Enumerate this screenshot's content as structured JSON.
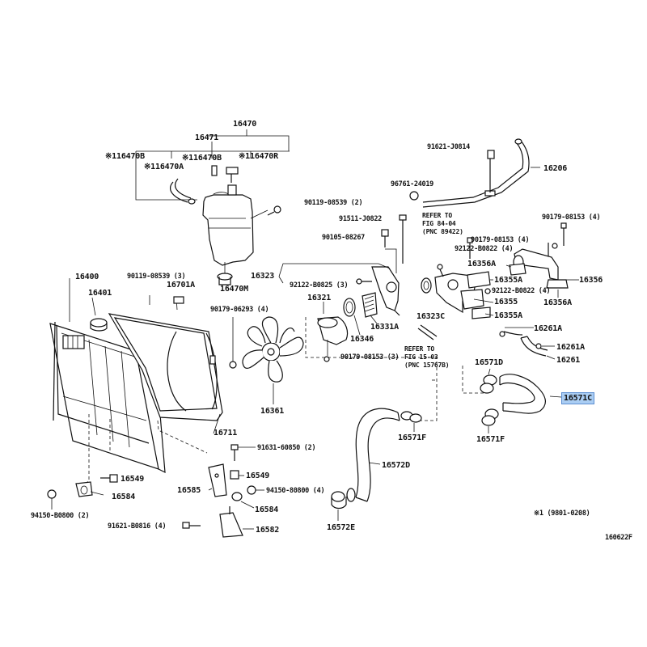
{
  "labels": {
    "p16470": "16470",
    "p16471": "16471",
    "p16470B_a": "※116470B",
    "p16470B_b": "※116470B",
    "p16470R": "※116470R",
    "p16470A": "※116470A",
    "p90119_08539": "90119-08539 (2)",
    "p16470M": "16470M",
    "p16400": "16400",
    "p16401": "16401",
    "p90119_08539_3": "90119-08539 (3)",
    "p16701A": "16701A",
    "p90179_06293": "90179-06293 (4)",
    "p91621_J0814": "91621-J0814",
    "p16206": "16206",
    "p96761_24019": "96761-24019",
    "p91511_J0822": "91511-J0822",
    "p90105_08267": "90105-08267",
    "refer1_l1": "REFER TO",
    "refer1_l2": "FIG 84-04",
    "refer1_l3": "(PNC 89422)",
    "p90179_08153_4a": "90179-08153 (4)",
    "p90179_08153_4b": "90179-08153 (4)",
    "p92122_B0822_4a": "92122-B0822 (4)",
    "p16356A_a": "16356A",
    "p16356": "16356",
    "p16356A_b": "16356A",
    "p16323": "16323",
    "p92122_B0825": "92122-B0825 (3)",
    "p16355A_a": "16355A",
    "p92122_B0822_4b": "92122-B0822 (4)",
    "p16355": "16355",
    "p16355A_b": "16355A",
    "p16321": "16321",
    "p16346": "16346",
    "p16331A": "16331A",
    "p16323C": "16323C",
    "p16261A_a": "16261A",
    "p16261A_b": "16261A",
    "p16261": "16261",
    "p90179_08153_3": "90179-08153 (3)",
    "refer2_l1": "REFER TO",
    "refer2_l2": "FIG 15-03",
    "refer2_l3": "(PNC 15767B)",
    "p16571D": "16571D",
    "p16571C": "16571C",
    "p16361": "16361",
    "p16711": "16711",
    "p16571F_a": "16571F",
    "p16571F_b": "16571F",
    "p91631_60850": "91631-60850 (2)",
    "p16549_a": "16549",
    "p16549_b": "16549",
    "p16572D": "16572D",
    "p16584_a": "16584",
    "p16585": "16585",
    "p94150_80800": "94150-80800 (4)",
    "p16584_b": "16584",
    "p94150_B0800": "94150-B0800 (2)",
    "p91621_B0816": "91621-B0816 (4)",
    "p16582": "16582",
    "p16572E": "16572E",
    "footnote": "※1 (9801-0208)",
    "figcode": "160622F"
  }
}
